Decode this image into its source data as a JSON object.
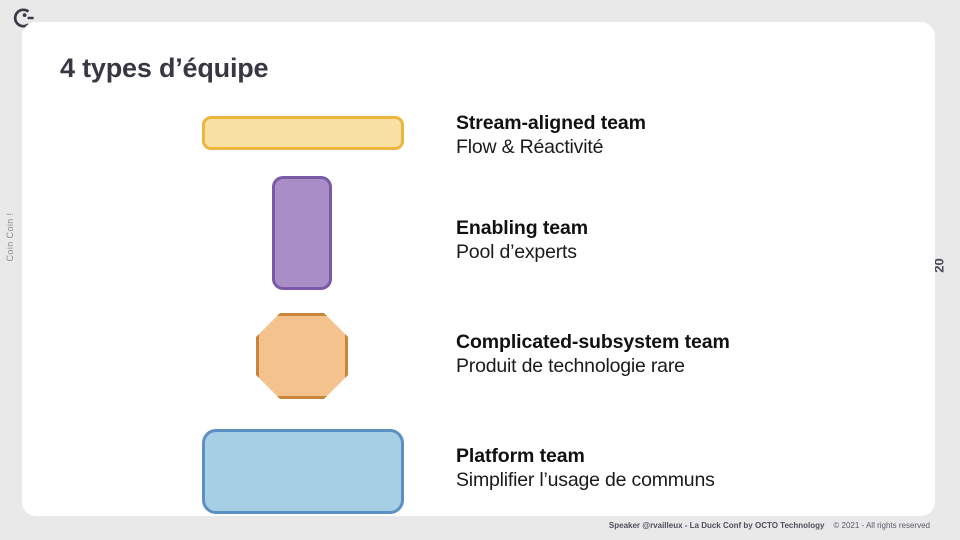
{
  "slide": {
    "title": "4 types d’équipe",
    "page_number": "20",
    "side_caption": "Coin Coin !",
    "background_color": "#e9e9e9",
    "card_color": "#ffffff",
    "title_color": "#383845"
  },
  "logo": {
    "name": "octo-technology-logo",
    "color": "#3b3b47"
  },
  "teams": [
    {
      "title": "Stream-aligned team",
      "subtitle": "Flow & Réactivité",
      "shape": "rounded-bar",
      "fill": "#f8e1a4",
      "stroke": "#eeb53c"
    },
    {
      "title": "Enabling team",
      "subtitle": "Pool d’experts",
      "shape": "vertical-rounded-rect",
      "fill": "#a98dc6",
      "stroke": "#7a5aa6"
    },
    {
      "title": "Complicated-subsystem team",
      "subtitle": "Produit de technologie rare",
      "shape": "octagon",
      "fill": "#f3c28d",
      "stroke": "#c9853a"
    },
    {
      "title": "Platform team",
      "subtitle": "Simplifier l’usage de communs",
      "shape": "wide-rounded-rect",
      "fill": "#a6cee4",
      "stroke": "#5c90c1"
    }
  ],
  "footer": {
    "speaker": "Speaker @rvailleux - La Duck Conf by OCTO Technology",
    "copyright": "© 2021 - All rights reserved"
  }
}
